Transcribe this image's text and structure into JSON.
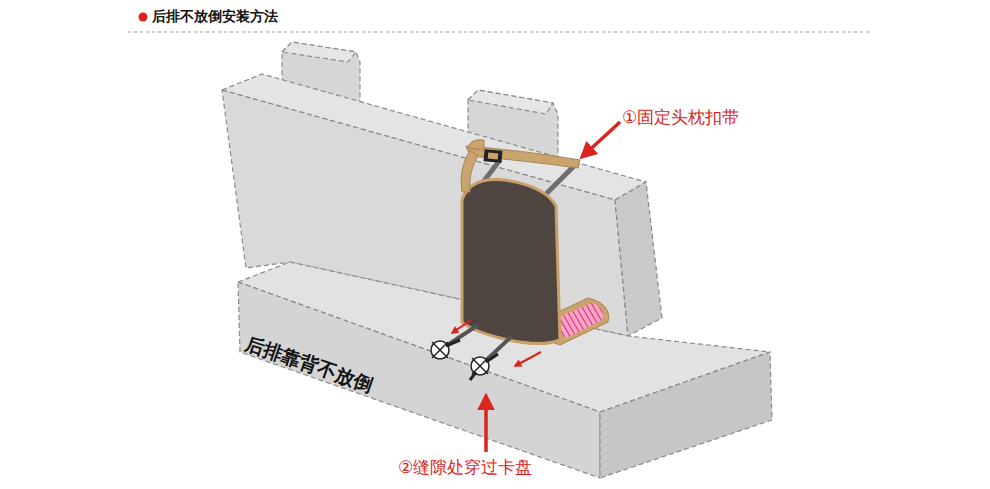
{
  "diagram": {
    "title": "后排不放倒安装方法",
    "labels": [
      "①固定头枕扣带",
      "②缝隙处穿过卡盘",
      "后排靠背不放倒"
    ]
  }
}
